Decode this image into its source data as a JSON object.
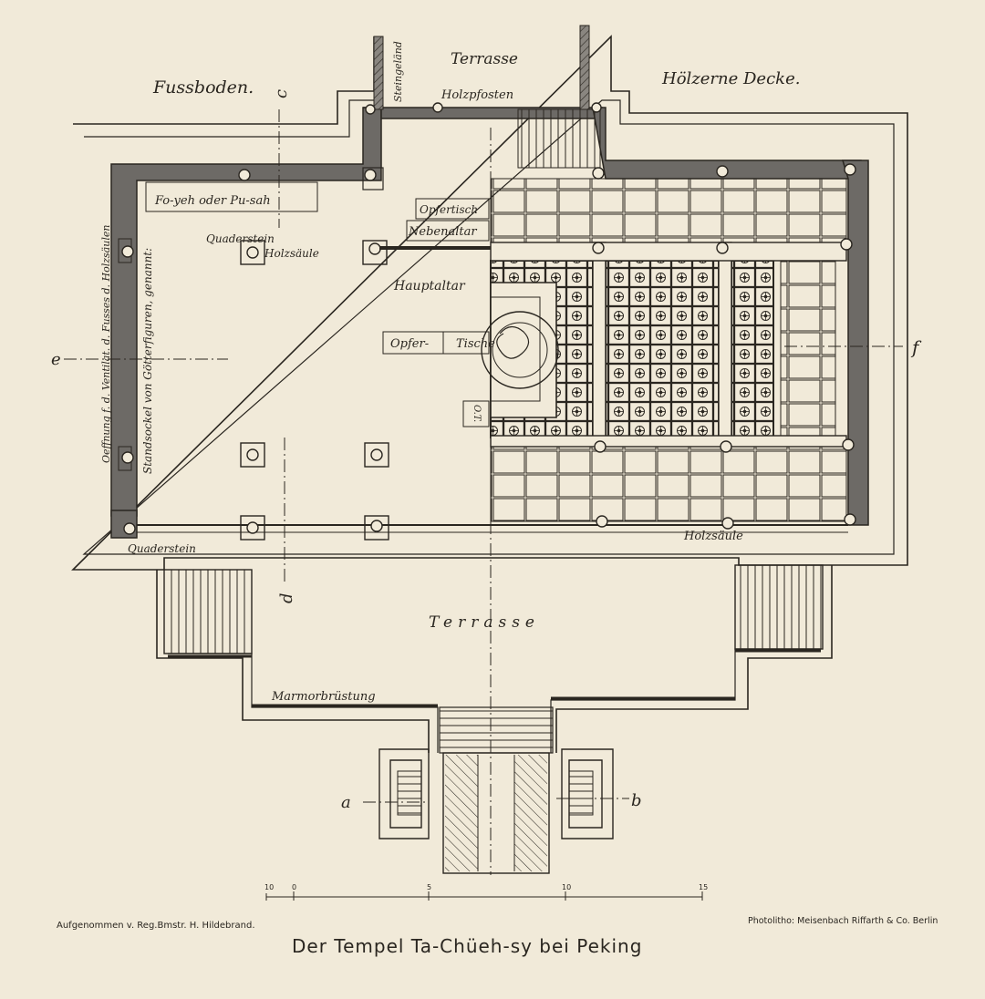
{
  "title": "Der Tempel Ta-Chüeh-sy bei Peking",
  "credit_left": "Aufgenommen v. Reg.Bmstr. H. Hildebrand.",
  "credit_right": "Photolitho: Meisenbach Riffarth & Co. Berlin",
  "labels": {
    "fussboden": "Fussboden.",
    "hoelzerne_decke": "Hölzerne Decke.",
    "terrasse_top": "Terrasse",
    "steingelaender": "Steingeländ",
    "holzpfosten": "Holzpfosten",
    "fo_yeh": "Fo-yeh oder Pu-sah",
    "quaderstein_top": "Quaderstein",
    "holzsaeule_left": "Holzsäule",
    "opfertisch": "Opfertisch",
    "nebenaltar": "Nebenaltar",
    "hauptaltar": "Hauptaltar",
    "opfer": "Opfer-",
    "tische": "Tische",
    "o_t": "O.T.",
    "oeffnung": "Oeffnung f. d. Ventilat. d. Fusses d. Holzsäulen",
    "standsockel": "Standsockel von Götterfiguren, genannt:",
    "quaderstein_bottom": "Quaderstein",
    "holzsaeule_right": "Holzsäule",
    "terrasse_bottom": "Terrasse",
    "marmorbruestung": "Marmorbrüstung",
    "sec_a": "a",
    "sec_b": "b",
    "sec_c": "c",
    "sec_d": "d",
    "sec_e": "e",
    "sec_f": "f"
  },
  "scale": {
    "ticks": [
      "10",
      "0",
      "5",
      "10",
      "15"
    ]
  },
  "colors": {
    "paper": "#f1ead9",
    "ink": "#2a2620",
    "wall_fill": "#6d6a66"
  }
}
